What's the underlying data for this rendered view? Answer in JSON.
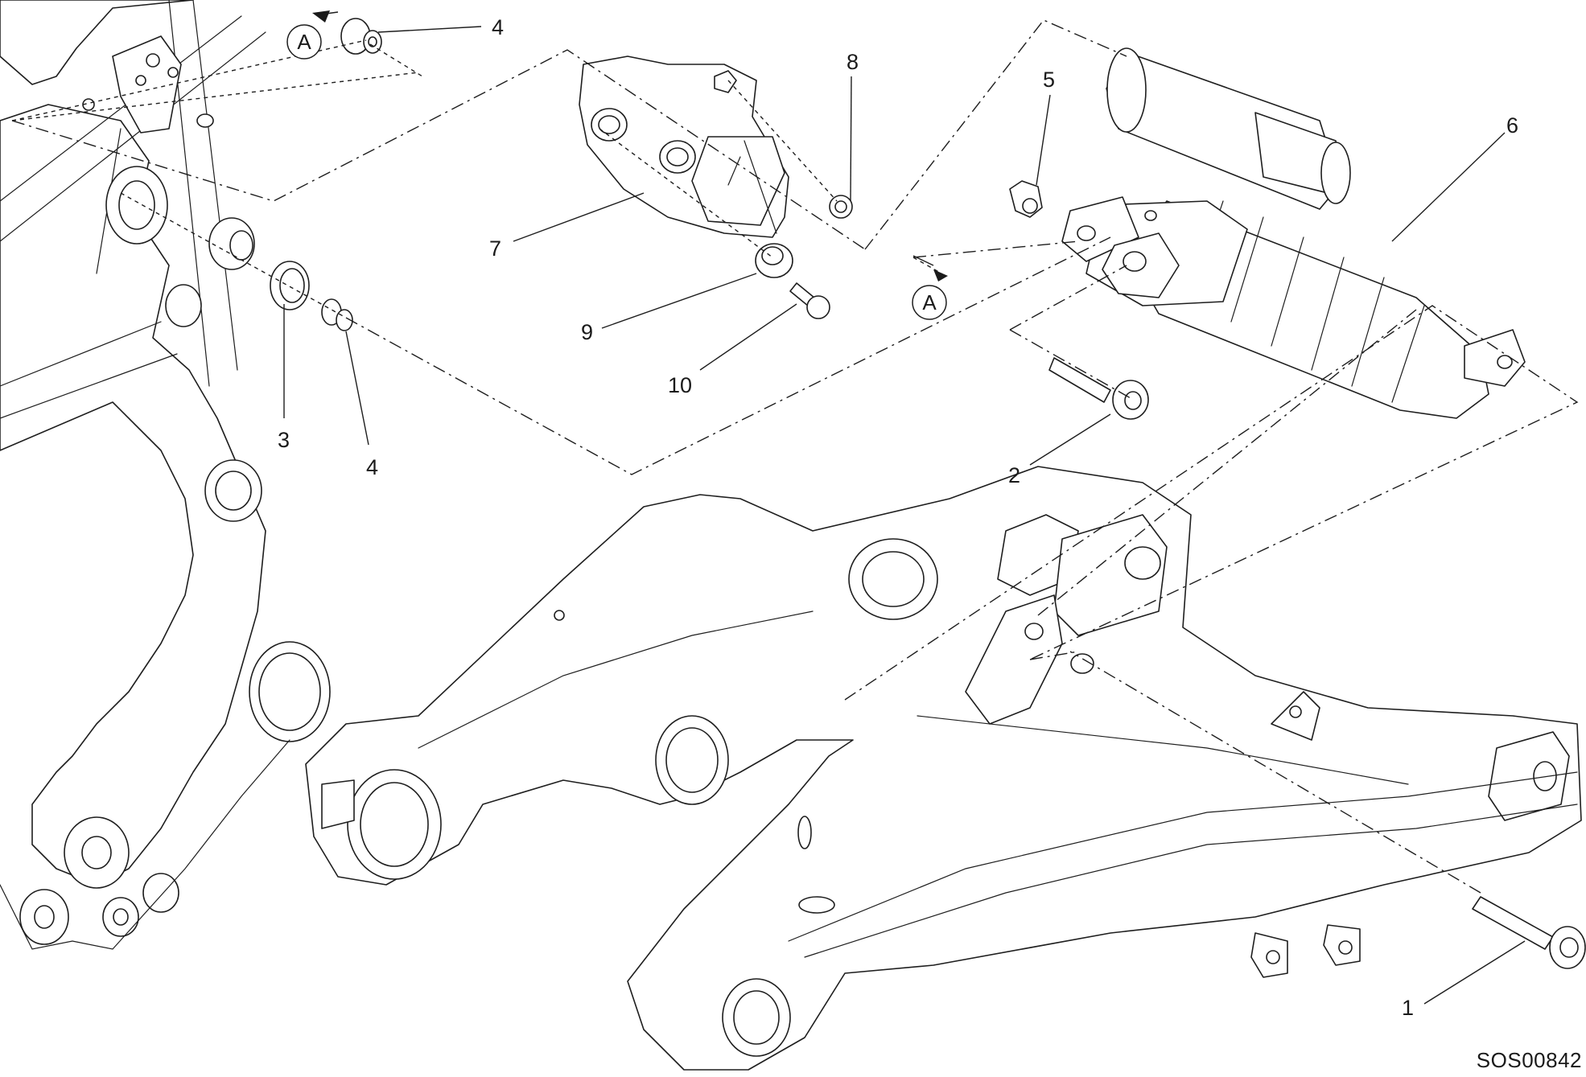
{
  "diagram": {
    "callouts": [
      {
        "id": "c4a",
        "text": "4"
      },
      {
        "id": "c8",
        "text": "8"
      },
      {
        "id": "c5",
        "text": "5"
      },
      {
        "id": "c6",
        "text": "6"
      },
      {
        "id": "c7",
        "text": "7"
      },
      {
        "id": "c9",
        "text": "9"
      },
      {
        "id": "c10",
        "text": "10"
      },
      {
        "id": "c3",
        "text": "3"
      },
      {
        "id": "c4b",
        "text": "4"
      },
      {
        "id": "c2",
        "text": "2"
      },
      {
        "id": "c1",
        "text": "1"
      }
    ],
    "reference_marks": [
      {
        "id": "ref-a-top",
        "text": "A"
      },
      {
        "id": "ref-a-mid",
        "text": "A"
      }
    ],
    "drawing_code": "SOS00842"
  }
}
